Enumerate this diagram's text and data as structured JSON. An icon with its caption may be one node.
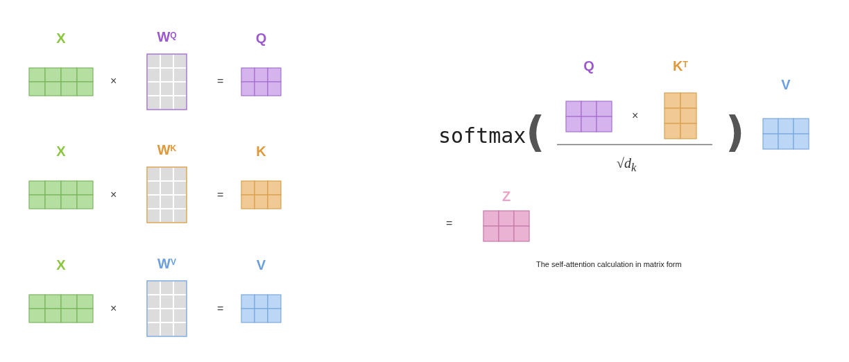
{
  "diagram": {
    "caption": "The self-attention calculation in matrix form",
    "nodes": [
      {
        "text": [
          "X"
        ]
      },
      {
        "text": [
          "W$^{Q}$"
        ]
      },
      {
        "text": [
          "Q"
        ]
      },
      {
        "text": [
          "X"
        ]
      },
      {
        "text": [
          "W$^{K}$"
        ]
      },
      {
        "text": [
          "K"
        ]
      },
      {
        "text": [
          "X"
        ]
      },
      {
        "text": [
          "W$^{V}$"
        ]
      },
      {
        "text": [
          "V"
        ]
      },
      {
        "text": [
          "Q"
        ]
      },
      {
        "text": [
          "K$^{T}$"
        ]
      },
      {
        "text": [
          "V"
        ]
      },
      {
        "text": [
          "Z"
        ]
      }
    ],
    "labels": [
      "×",
      "=",
      "×",
      "=",
      "softmax",
      "(",
      "×",
      ")",
      "√d$_{k}$",
      "×",
      "=",
      "="
    ]
  }
}
